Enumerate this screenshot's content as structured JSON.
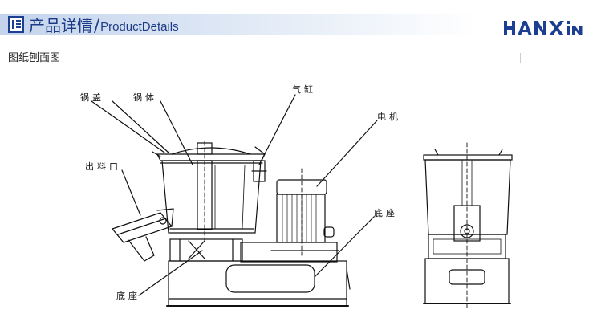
{
  "header": {
    "title_cn": "产品详情",
    "slash": "/",
    "title_en": "ProductDetails",
    "logo_text": "HANXIN"
  },
  "caption": "图纸刨面图",
  "labels": {
    "pot_lid": "锅盖",
    "pot_body": "锅体",
    "cylinder": "气缸",
    "motor": "电机",
    "outlet": "出料口",
    "base_right": "底座",
    "base_bottom": "底座"
  },
  "colors": {
    "brand": "#1d3f92",
    "line": "#111111"
  }
}
